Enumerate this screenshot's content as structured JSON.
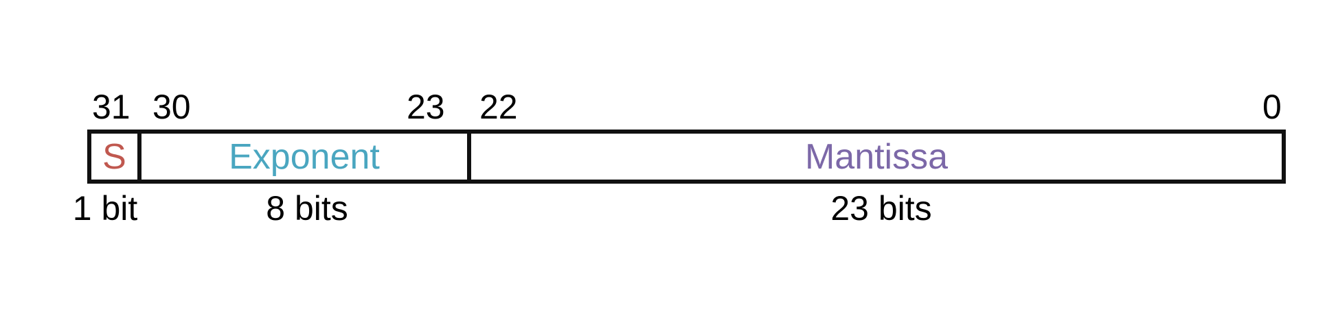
{
  "bit_indices": {
    "sign_start": "31",
    "exponent_start": "30",
    "exponent_end": "23",
    "mantissa_start": "22",
    "mantissa_end": "0"
  },
  "fields": {
    "sign": {
      "label": "S",
      "width_label": "1 bit",
      "color": "#c0584f"
    },
    "exponent": {
      "label": "Exponent",
      "width_label": "8 bits",
      "color": "#4aa6c0"
    },
    "mantissa": {
      "label": "Mantissa",
      "width_label": "23 bits",
      "color": "#7c68a8"
    }
  },
  "colors": {
    "border": "#111111",
    "text": "#000000",
    "background": "#ffffff"
  }
}
